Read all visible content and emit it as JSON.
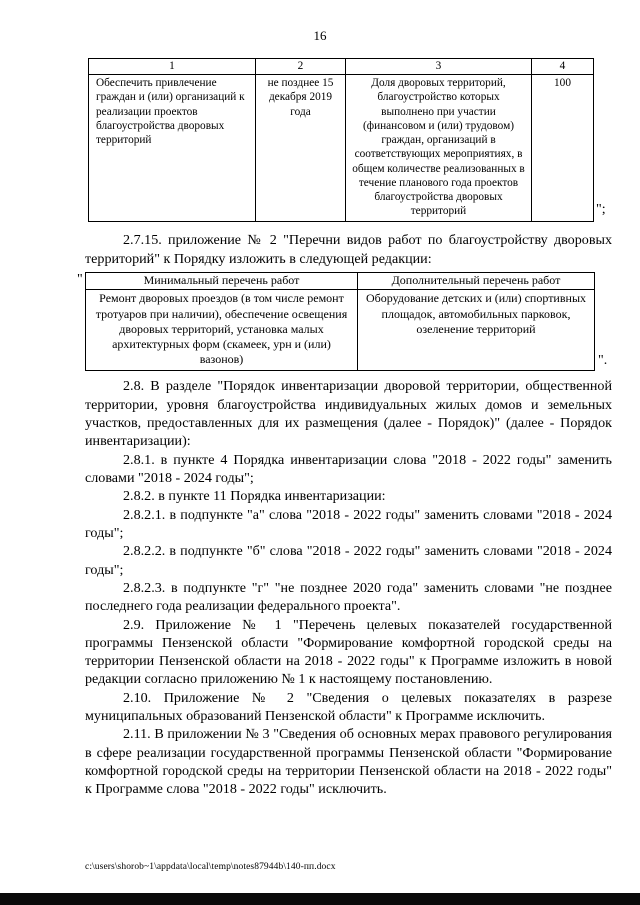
{
  "page": {
    "number": "16",
    "footer": "c:\\users\\shorob~1\\appdata\\local\\temp\\notes87944b\\140-пп.docx"
  },
  "table1": {
    "headers": [
      "1",
      "2",
      "3",
      "4"
    ],
    "row": [
      "Обеспечить привлечение граждан и (или) организаций к реализации проектов благоустройства дворовых территорий",
      "не позднее 15 декабря 2019 года",
      "Доля дворовых территорий, благоустройство которых выполнено при участии (финансовом и (или) трудовом) граждан, организаций в соответствующих мероприятиях, в общем количестве реализованных в течение планового года проектов благоустройства дворовых территорий",
      "100"
    ],
    "closing": "\";"
  },
  "table2": {
    "opening": "\"",
    "headers": [
      "Минимальный перечень работ",
      "Дополнительный перечень работ"
    ],
    "row": [
      "Ремонт дворовых проездов (в том числе ремонт тротуаров при наличии), обеспечение освещения дворовых территорий, установка малых архитектурных форм (скамеек, урн и (или) вазонов)",
      "Оборудование детских и (или) спортивных площадок, автомобильных парковок, озеленение территорий"
    ],
    "closing": "\"."
  },
  "paragraphs": [
    "2.7.15. приложение № 2 \"Перечни видов работ по благоустройству дворовых территорий\" к Порядку изложить в следующей редакции:",
    "2.8. В разделе \"Порядок инвентаризации дворовой территории, общественной территории, уровня благоустройства индивидуальных жилых домов и земельных участков, предоставленных для их размещения (далее - Порядок)\" (далее - Порядок инвентаризации):",
    "2.8.1. в пункте 4 Порядка инвентаризации слова \"2018 - 2022 годы\" заменить словами \"2018 - 2024 годы\";",
    "2.8.2. в пункте 11 Порядка инвентаризации:",
    "2.8.2.1. в подпункте \"а\" слова \"2018 - 2022 годы\" заменить словами \"2018 - 2024 годы\";",
    "2.8.2.2. в подпункте \"б\" слова \"2018 - 2022 годы\" заменить словами \"2018 - 2024 годы\";",
    "2.8.2.3. в подпункте \"г\" \"не позднее 2020 года\" заменить словами \"не позднее последнего года реализации федерального проекта\".",
    "2.9. Приложение № 1 \"Перечень целевых показателей государственной программы Пензенской области \"Формирование комфортной городской среды на территории Пензенской области на 2018 - 2022 годы\" к Программе изложить в новой редакции согласно приложению № 1 к настоящему постановлению.",
    "2.10. Приложение № 2 \"Сведения о целевых показателях в разрезе муниципальных образований Пензенской области\" к Программе исключить.",
    "2.11. В приложении № 3 \"Сведения об основных мерах правового регулирования в сфере реализации государственной программы Пензенской области \"Формирование комфортной городской среды на территории Пензенской области на 2018 - 2022 годы\" к Программе слова \"2018 - 2022 годы\" исключить."
  ]
}
